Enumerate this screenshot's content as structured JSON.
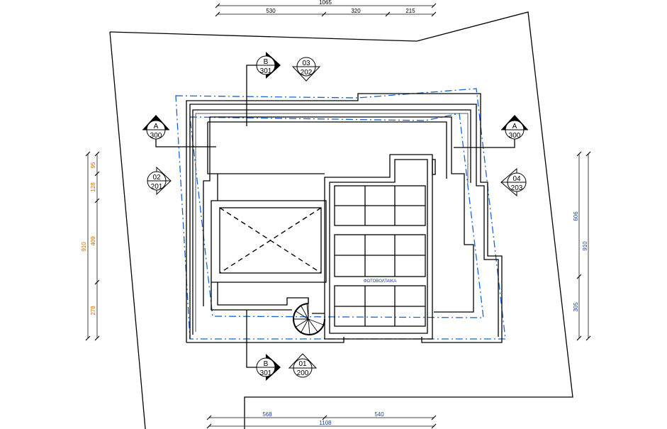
{
  "drawing": {
    "pv_label": "ΦΩΤΟΒΟΛΤΑΙΚΑ",
    "colors": {
      "outline": "#000000",
      "blue_line": "#1565d8",
      "dim_orange": "#c87000",
      "dim_blue": "#1a3fa0"
    }
  },
  "dimensions": {
    "top": {
      "total": "1065",
      "segments": [
        "530",
        "320",
        "215"
      ]
    },
    "bottom": {
      "total": "1108",
      "segments": [
        "568",
        "540"
      ]
    },
    "left": {
      "total": "910",
      "segments": [
        "95",
        "128",
        "409",
        "278"
      ]
    },
    "right": {
      "total": "910",
      "segments": [
        "606",
        "305"
      ]
    }
  },
  "section_markers": [
    {
      "letter": "B",
      "sheet": "301"
    },
    {
      "letter": "B",
      "sheet": "301"
    },
    {
      "letter": "A",
      "sheet": "300"
    },
    {
      "letter": "A",
      "sheet": "300"
    }
  ],
  "elevation_markers": [
    {
      "num": "03",
      "sheet": "202"
    },
    {
      "num": "02",
      "sheet": "201"
    },
    {
      "num": "04",
      "sheet": "203"
    },
    {
      "num": "01",
      "sheet": "200"
    }
  ]
}
